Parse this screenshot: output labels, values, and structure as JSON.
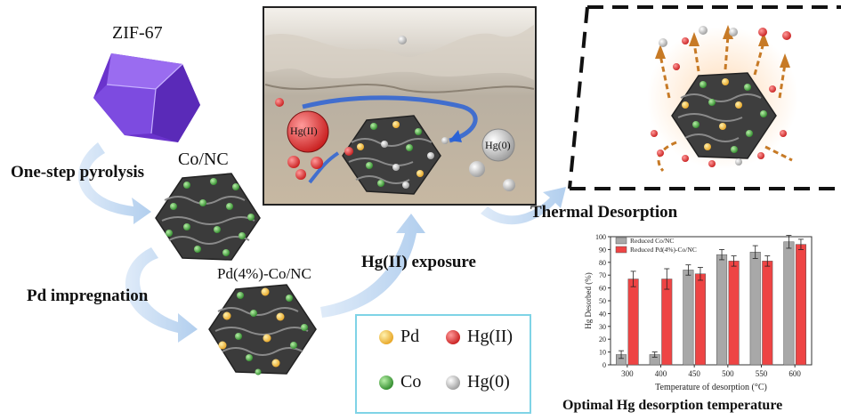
{
  "labels": {
    "zif": "ZIF-67",
    "conc": "Co/NC",
    "pyrolysis": "One-step pyrolysis",
    "pdconc": "Pd(4%)-Co/NC",
    "impregnation": "Pd impregnation",
    "exposure": "Hg(II) exposure",
    "thermal": "Thermal Desorption",
    "optimal": "Optimal Hg  desorption temperature",
    "hg2_bubble": "Hg(II)",
    "hg0_bubble": "Hg(0)"
  },
  "legend": {
    "items": [
      {
        "label": "Pd",
        "color": "#f0b63a"
      },
      {
        "label": "Hg(II)",
        "color": "#e23b3b"
      },
      {
        "label": "Co",
        "color": "#4aa83f"
      },
      {
        "label": "Hg(0)",
        "color": "#c9c9c9"
      }
    ]
  },
  "colors": {
    "zif": "#7a45d8",
    "arrow": "#a9c9ec",
    "legend_border": "#7fd3e6",
    "series_gray": "#a8a8a8",
    "series_red": "#ee4444"
  },
  "chart_data": {
    "type": "bar",
    "categories": [
      "300",
      "400",
      "450",
      "500",
      "550",
      "600"
    ],
    "series": [
      {
        "name": "Reduced Co/NC",
        "values": [
          8,
          8,
          74,
          86,
          88,
          96
        ],
        "errors": [
          3,
          2,
          4,
          4,
          5,
          5
        ]
      },
      {
        "name": "Reduced Pd(4%)-Co/NC",
        "values": [
          67,
          67,
          71,
          81,
          81,
          94
        ],
        "errors": [
          6,
          8,
          5,
          4,
          4,
          4
        ]
      }
    ],
    "xlabel": "Temperature of desorption (°C)",
    "ylabel": "Hg Desorbed (%)",
    "ylim": [
      0,
      100
    ],
    "yticks": [
      0,
      10,
      20,
      30,
      40,
      50,
      60,
      70,
      80,
      90,
      100
    ],
    "legend_position": "top-left"
  }
}
